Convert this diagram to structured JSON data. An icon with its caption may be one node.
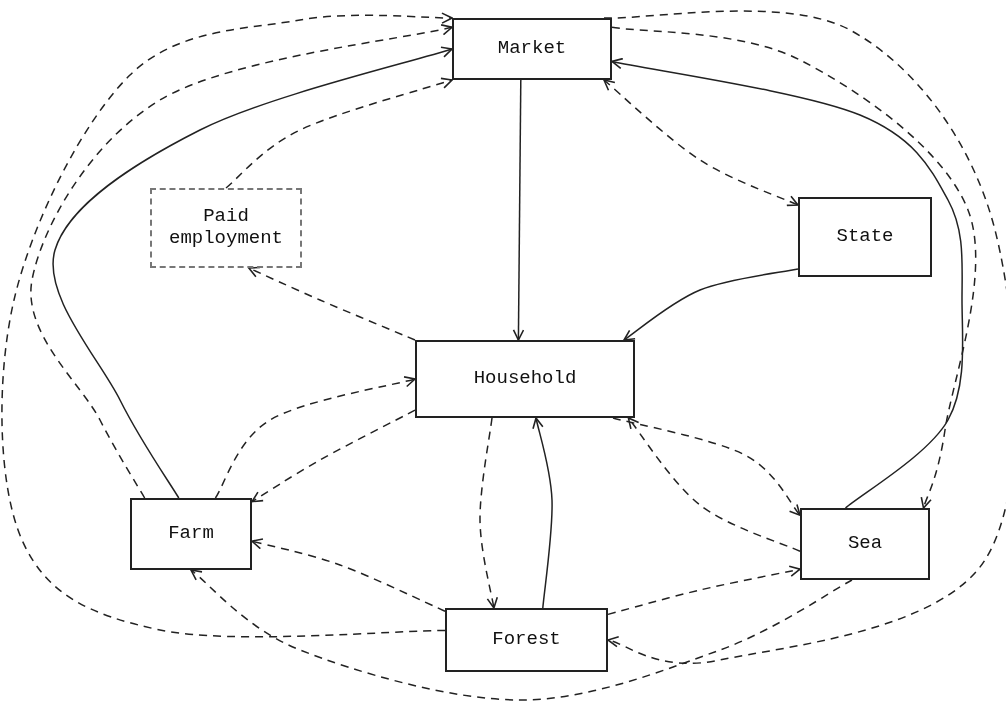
{
  "diagram": {
    "nodes": [
      {
        "text": [
          "Market"
        ]
      },
      {
        "text": [
          "Paid employment"
        ]
      },
      {
        "text": [
          "State"
        ]
      },
      {
        "text": [
          "Household"
        ]
      },
      {
        "text": [
          "Farm"
        ]
      },
      {
        "text": [
          "Sea"
        ]
      },
      {
        "text": [
          "Forest"
        ]
      }
    ],
    "edges": [
      {
        "from": 0,
        "to": 3,
        "arrow": "to"
      },
      {
        "from": 0,
        "to": 2,
        "arrow": "both",
        "style": "dashed"
      },
      {
        "from": 2,
        "to": 3,
        "arrow": "to"
      },
      {
        "from": 3,
        "to": 1,
        "arrow": "to",
        "style": "dashed"
      },
      {
        "from": 1,
        "to": 0,
        "arrow": "to",
        "style": "dashed"
      },
      {
        "from": 4,
        "to": 0,
        "arrow": "to"
      },
      {
        "from": 4,
        "to": 0,
        "arrow": "to",
        "style": "dashed"
      },
      {
        "from": 6,
        "to": 0,
        "arrow": "to",
        "style": "dashed"
      },
      {
        "from": 5,
        "to": 0,
        "arrow": "to"
      },
      {
        "from": 0,
        "to": 5,
        "arrow": "to",
        "style": "dashed"
      },
      {
        "from": 0,
        "to": 6,
        "arrow": "to",
        "style": "dashed"
      },
      {
        "from": 5,
        "to": 4,
        "arrow": "to",
        "style": "dashed"
      },
      {
        "from": 6,
        "to": 4,
        "arrow": "to",
        "style": "dashed"
      },
      {
        "from": 6,
        "to": 5,
        "arrow": "to",
        "style": "dashed"
      },
      {
        "from": 3,
        "to": 6,
        "arrow": "to",
        "style": "dashed"
      },
      {
        "from": 6,
        "to": 3,
        "arrow": "to"
      },
      {
        "from": 4,
        "to": 3,
        "arrow": "to",
        "style": "dashed"
      },
      {
        "from": 3,
        "to": 4,
        "arrow": "to",
        "style": "dashed"
      },
      {
        "from": 3,
        "to": 5,
        "arrow": "to",
        "style": "dashed"
      },
      {
        "from": 5,
        "to": 3,
        "arrow": "to",
        "style": "dashed"
      }
    ]
  }
}
